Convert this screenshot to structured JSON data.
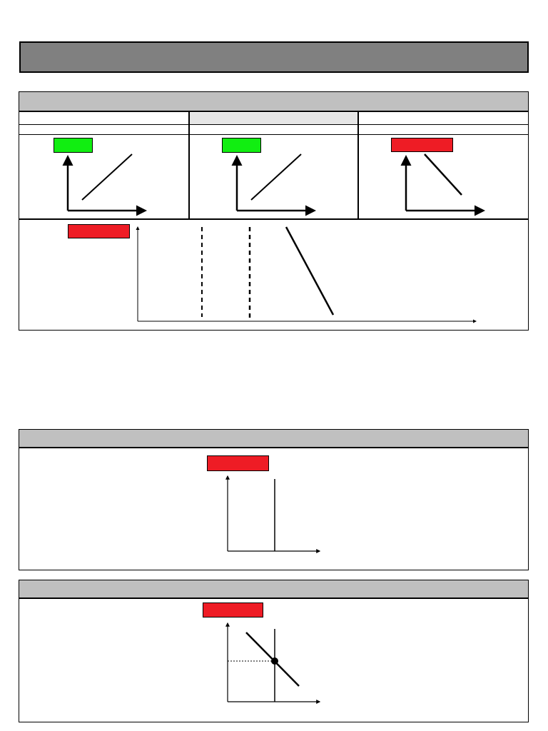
{
  "colors": {
    "header_bar": "#808080",
    "section_header": "#c0c0c0",
    "badge_green": "#11ee11",
    "badge_red": "#ee1c25",
    "line": "#000000"
  },
  "top_panel": {
    "columns": [
      {
        "badge": "green",
        "line": "upward-sloping"
      },
      {
        "badge": "green",
        "line": "upward-sloping"
      },
      {
        "badge": "red",
        "line": "downward-sloping"
      }
    ],
    "bottom_chart": {
      "badge": "red",
      "lines": [
        "dashed-vertical",
        "dashed-vertical",
        "downward-sloping"
      ]
    }
  },
  "middle_panel": {
    "badge": "red",
    "line": "vertical"
  },
  "bottom_panel": {
    "badge": "red",
    "lines": [
      "downward-sloping",
      "vertical"
    ],
    "marker": "intersection-dot"
  }
}
